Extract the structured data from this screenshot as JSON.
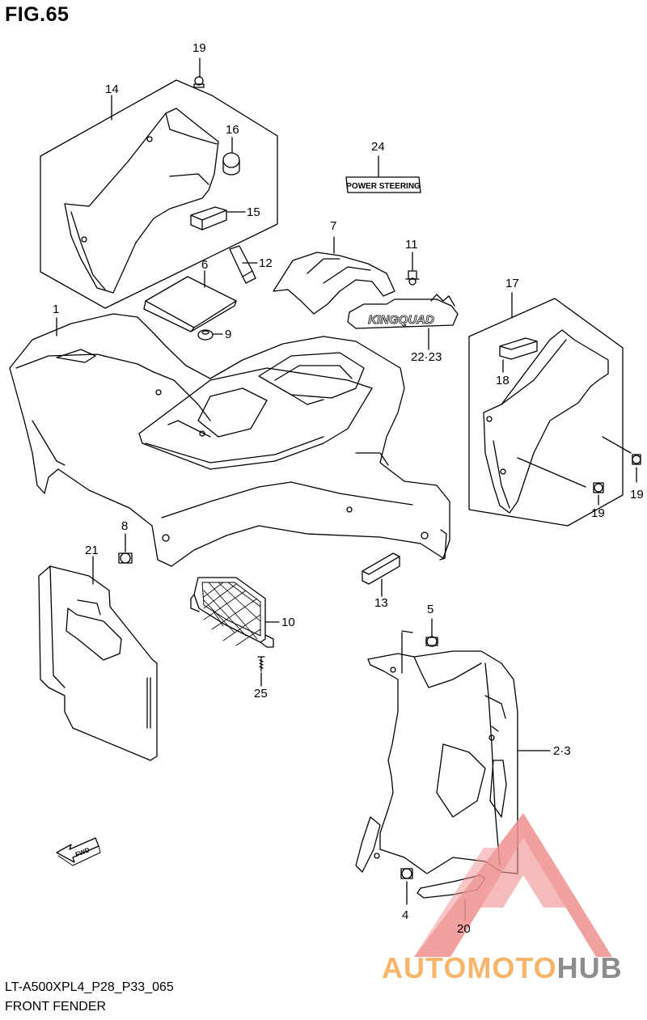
{
  "figure": {
    "title": "FIG.65",
    "code": "LT-A500XPL4_P28_P33_065",
    "caption": "FRONT FENDER"
  },
  "callouts": [
    {
      "id": "c19a",
      "text": "19"
    },
    {
      "id": "c14",
      "text": "14"
    },
    {
      "id": "c16",
      "text": "16"
    },
    {
      "id": "c15",
      "text": "15"
    },
    {
      "id": "c12",
      "text": "12"
    },
    {
      "id": "c6",
      "text": "6"
    },
    {
      "id": "c9",
      "text": "9"
    },
    {
      "id": "c1",
      "text": "1"
    },
    {
      "id": "c7",
      "text": "7"
    },
    {
      "id": "c11",
      "text": "11"
    },
    {
      "id": "c24",
      "text": "24"
    },
    {
      "id": "c2223",
      "text": "22·23"
    },
    {
      "id": "c17",
      "text": "17"
    },
    {
      "id": "c18",
      "text": "18"
    },
    {
      "id": "c19b",
      "text": "19"
    },
    {
      "id": "c19c",
      "text": "19"
    },
    {
      "id": "c8",
      "text": "8"
    },
    {
      "id": "c21",
      "text": "21"
    },
    {
      "id": "c10",
      "text": "10"
    },
    {
      "id": "c13",
      "text": "13"
    },
    {
      "id": "c5",
      "text": "5"
    },
    {
      "id": "c25",
      "text": "25"
    },
    {
      "id": "c23b",
      "text": "2·3"
    },
    {
      "id": "c4",
      "text": "4"
    },
    {
      "id": "c20",
      "text": "20"
    }
  ],
  "decals": {
    "power_steering": "POWER STEERING",
    "kingquad": "KINGQUAD",
    "fwd": "FWD"
  },
  "watermark": {
    "part_a": "AUTOMOTO",
    "part_b": "HUB",
    "color_a": "#f7b56a",
    "color_b": "#8c8c8c",
    "triangle_color": "#ef8f8f"
  }
}
